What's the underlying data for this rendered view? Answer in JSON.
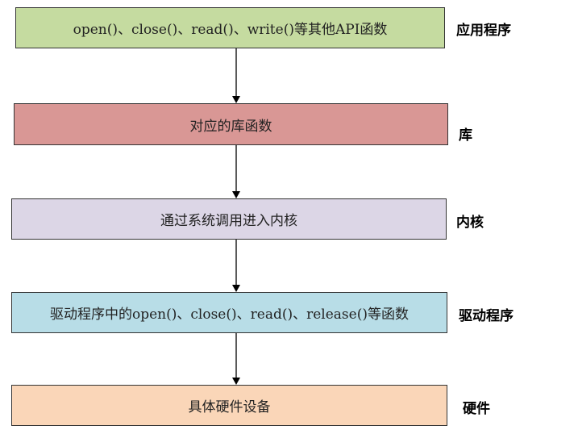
{
  "layers": [
    {
      "box_text": "open()、close()、read()、write()等其他API函数",
      "side_label": "应用程序",
      "color": "#c5dba0"
    },
    {
      "box_text": "对应的库函数",
      "side_label": "库",
      "color": "#d99795"
    },
    {
      "box_text": "通过系统调用进入内核",
      "side_label": "内核",
      "color": "#dcd6e6"
    },
    {
      "box_text": "驱动程序中的open()、close()、read()、release()等函数",
      "side_label": "驱动程序",
      "color": "#b8dde7"
    },
    {
      "box_text": "具体硬件设备",
      "side_label": "硬件",
      "color": "#fad6b8"
    }
  ]
}
